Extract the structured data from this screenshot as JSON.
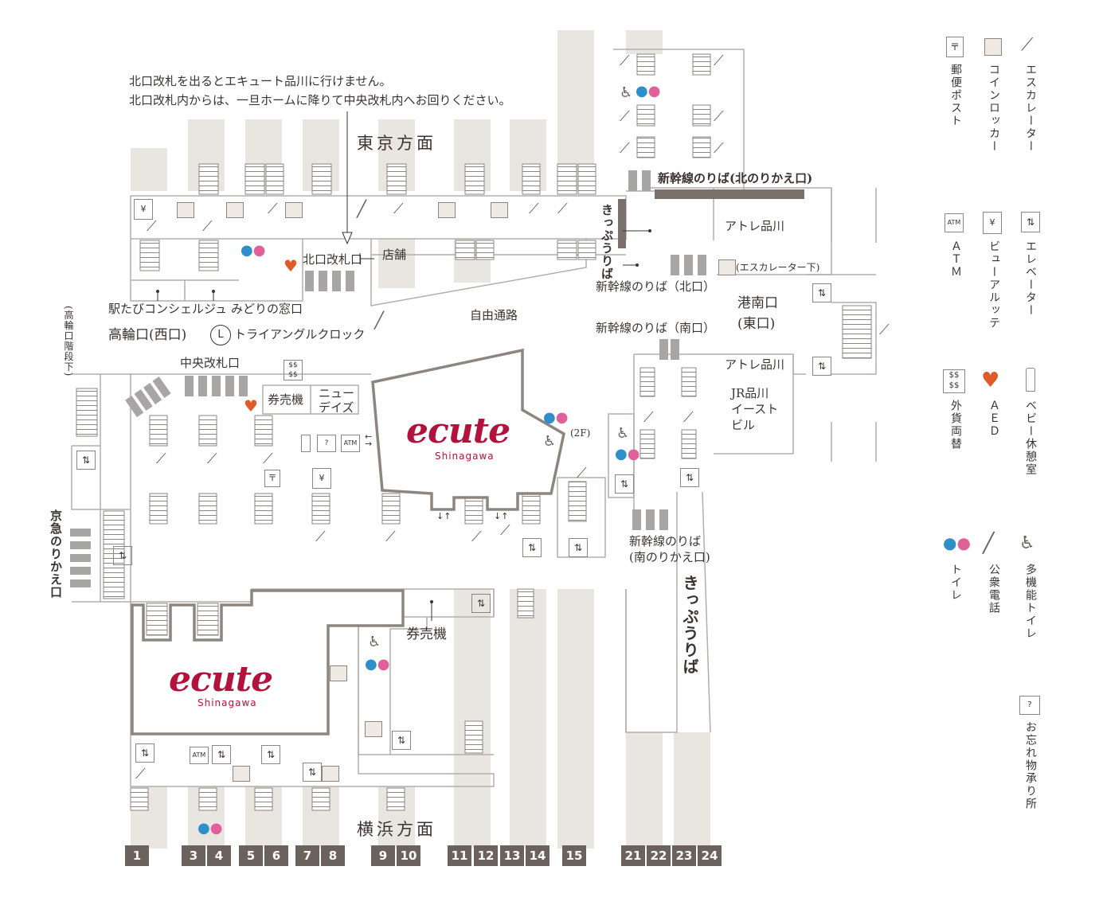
{
  "notice": {
    "line1": "北口改札を出るとエキュート品川に行けません。",
    "line2": "北口改札内からは、一旦ホームに降りて中央改札内へお回りください。"
  },
  "directions": {
    "tokyo": "東京方面",
    "yokohama": "横浜方面"
  },
  "labels": {
    "shinkansen_north_transfer": "新幹線のりば(北のりかえ口)",
    "kippu_uriba_north": "きっぷうりば",
    "atre_north": "アトレ品川",
    "escalator_below": "(エスカレーター下)",
    "shinkansen_north": "新幹線のりば（北口）",
    "north_gate": "北口改札口",
    "shop": "店舗",
    "concierge": "駅たびコンシェルジュ",
    "midori": "みどりの窓口",
    "takanawa_gate": "高輪口(西口)",
    "triangle_clock": "トライアングルクロック",
    "free_passage": "自由通路",
    "konan_gate_line1": "港南口",
    "konan_gate_line2": "(東口)",
    "shinkansen_south": "新幹線のりば（南口）",
    "atre_south": "アトレ品川",
    "jr_east_bldg_1": "JR品川",
    "jr_east_bldg_2": "イースト",
    "jr_east_bldg_3": "ビル",
    "central_gate": "中央改札口",
    "ticket_machine": "券売機",
    "newdays_1": "ニュー",
    "newdays_2": "デイズ",
    "floor_2f": "(2F)",
    "shinkansen_south_transfer_1": "新幹線のりば",
    "shinkansen_south_transfer_2": "(南のりかえ口)",
    "kippu_uriba_south": "きっぷうりば",
    "ticket_machine_south": "券売機",
    "keikyu_transfer": "京急のりかえ口",
    "takanawa_stairs": "(高輪口階段下)"
  },
  "brand": {
    "word": "ecute",
    "sub": "Shinagawa"
  },
  "platforms": [
    "1",
    "3",
    "4",
    "5",
    "6",
    "7",
    "8",
    "9",
    "10",
    "11",
    "12",
    "13",
    "14",
    "15",
    "21",
    "22",
    "23",
    "24"
  ],
  "legend": [
    {
      "icon": "mailbox-icon",
      "label": "郵便ポスト"
    },
    {
      "icon": "coin-locker-icon",
      "label": "コインロッカー"
    },
    {
      "icon": "escalator-icon",
      "label": "エスカレーター"
    },
    {
      "icon": "atm-icon",
      "label": "ＡＴＭ"
    },
    {
      "icon": "view-altte-icon",
      "label": "ビューアルッテ"
    },
    {
      "icon": "elevator-icon",
      "label": "エレベーター"
    },
    {
      "icon": "currency-exchange-icon",
      "label": "外貨両替"
    },
    {
      "icon": "aed-icon",
      "label": "ＡＥＤ"
    },
    {
      "icon": "baby-room-icon",
      "label": "ベビー休憩室"
    },
    {
      "icon": "toilet-icon",
      "label": "トイレ"
    },
    {
      "icon": "public-phone-icon",
      "label": "公衆電話"
    },
    {
      "icon": "accessible-toilet-icon",
      "label": "多機能トイレ"
    },
    {
      "icon": "lost-and-found-icon",
      "label": "お忘れ物承り所"
    }
  ],
  "colors": {
    "track": "#e9e5e0",
    "wall": "#b4aeaa",
    "gate": "#a8a6a4",
    "platform_badge": "#6b625e",
    "brand": "#b3123c",
    "toilet_male": "#2f8fc9",
    "toilet_female": "#e0609a",
    "aed": "#e05a2a",
    "shinkansen_bar": "#7b716c"
  }
}
